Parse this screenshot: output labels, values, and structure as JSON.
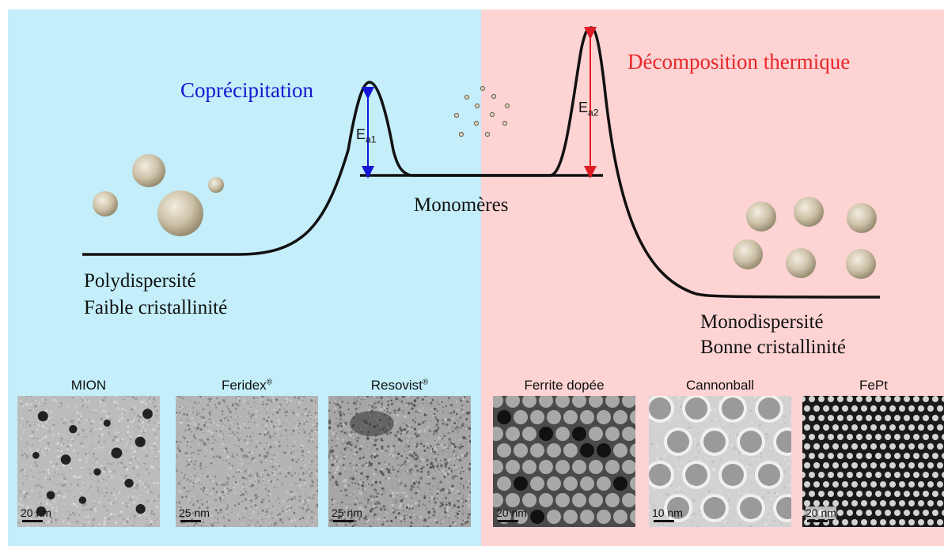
{
  "left": {
    "title": "Coprécipitation",
    "label_line1": "Polydispersité",
    "label_line2": "Faible cristallinité",
    "energy_label": "E",
    "energy_sub": "a1"
  },
  "right": {
    "title": "Décomposition thermique",
    "label_line1": "Monodispersité",
    "label_line2": "Bonne cristallinité",
    "energy_label": "E",
    "energy_sub": "a2"
  },
  "center_label": "Monomères",
  "images": [
    {
      "name": "MION",
      "sup": "",
      "scale": "20 nm"
    },
    {
      "name": "Feridex",
      "sup": "®",
      "scale": "25 nm"
    },
    {
      "name": "Resovist",
      "sup": "®",
      "scale": "25 nm"
    },
    {
      "name": "Ferrite dopée",
      "sup": "",
      "scale": "20 nm"
    },
    {
      "name": "Cannonball",
      "sup": "",
      "scale": "10 nm"
    },
    {
      "name": "FePt",
      "sup": "",
      "scale": "20 nm"
    }
  ],
  "colors": {
    "left_bg": "#c3eefa",
    "right_bg": "#fdd3d3",
    "blue_arrow": "#1515d6",
    "red_arrow": "#e01b24",
    "particle": "#c9bea4"
  }
}
